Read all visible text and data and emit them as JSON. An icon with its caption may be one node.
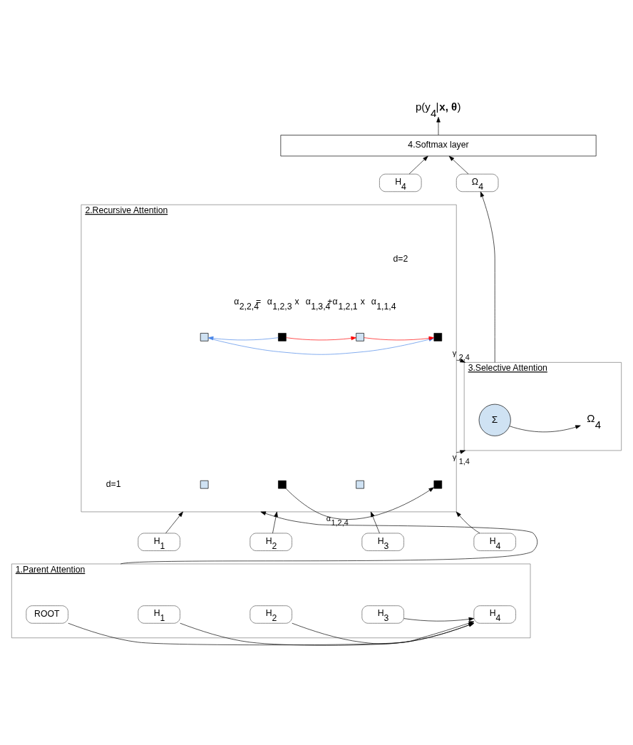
{
  "diagram": {
    "nodes": [
      {
        "text": [
          "p(y$_{4}$|**x, θ**)"
        ]
      },
      {
        "text": [
          "4.Softmax layer"
        ]
      },
      {
        "text": [
          "H$_{4}$"
        ]
      },
      {
        "text": [
          "Ω$_{4}$"
        ]
      },
      {
        "text": [
          "2.Recursive Attention"
        ]
      },
      {
        "text": [],
        "shape": "box",
        "in": 4
      },
      {
        "text": [],
        "shape": "box",
        "in": 4
      },
      {
        "text": [],
        "shape": "box",
        "in": 4
      },
      {
        "text": [],
        "shape": "box",
        "in": 4
      },
      {
        "text": [],
        "shape": "box",
        "in": 4
      },
      {
        "text": [],
        "shape": "box",
        "in": 4
      },
      {
        "text": [],
        "shape": "box",
        "in": 4
      },
      {
        "text": [],
        "shape": "box",
        "in": 4
      },
      {
        "text": [
          "3.Selective Attention"
        ]
      },
      {
        "text": [
          "Σ"
        ],
        "in": 13
      },
      {
        "text": [
          "Ω$_{4}$"
        ],
        "in": 13
      },
      {
        "text": [
          "H$_{1}$"
        ]
      },
      {
        "text": [
          "H$_{2}$"
        ]
      },
      {
        "text": [
          "H$_{3}$"
        ]
      },
      {
        "text": [
          "H$_{4}$"
        ]
      },
      {
        "text": [
          "1.Parent Attention"
        ]
      },
      {
        "text": [
          "ROOT"
        ],
        "in": 20
      },
      {
        "text": [
          "H$_{1}$"
        ],
        "in": 20
      },
      {
        "text": [
          "H$_{2}$"
        ],
        "in": 20
      },
      {
        "text": [
          "H$_{3}$"
        ],
        "in": 20
      },
      {
        "text": [
          "H$_{4}$"
        ],
        "in": 20
      }
    ],
    "edges": [
      {
        "from": 1,
        "to": 0,
        "arrow": "to"
      },
      {
        "from": 2,
        "to": 1,
        "arrow": "to"
      },
      {
        "from": 3,
        "to": 1,
        "arrow": "to"
      },
      {
        "from": 13,
        "to": 3,
        "arrow": "to"
      },
      {
        "from": 4,
        "to": 13,
        "arrow": "to",
        "label": "γ $_{2,4}$"
      },
      {
        "from": 4,
        "to": 13,
        "arrow": "to",
        "label": "γ $_{1,4}$"
      },
      {
        "from": 14,
        "to": 15,
        "arrow": "to"
      },
      {
        "from": 16,
        "to": 4,
        "arrow": "to"
      },
      {
        "from": 17,
        "to": 4,
        "arrow": "to"
      },
      {
        "from": 18,
        "to": 4,
        "arrow": "to"
      },
      {
        "from": 19,
        "to": 4,
        "arrow": "to"
      },
      {
        "from": 20,
        "to": 4,
        "arrow": "to"
      },
      {
        "from": 6,
        "to": 5,
        "arrow": "to",
        "color": "#4a86e8"
      },
      {
        "from": 6,
        "to": 7,
        "arrow": "to",
        "color": "#ff0000"
      },
      {
        "from": 7,
        "to": 8,
        "arrow": "to",
        "color": "#ff0000"
      },
      {
        "from": 5,
        "to": 8,
        "arrow": "to",
        "color": "#4a86e8"
      },
      {
        "from": 10,
        "to": 12,
        "arrow": "to",
        "label": "α$_{1,2,4}$"
      },
      {
        "from": 21,
        "to": 25,
        "arrow": "to"
      },
      {
        "from": 22,
        "to": 25,
        "arrow": "to"
      },
      {
        "from": 23,
        "to": 25,
        "arrow": "to"
      },
      {
        "from": 24,
        "to": 25,
        "arrow": "to"
      }
    ],
    "labels": [
      "d=2",
      "α$_{2,2,4}$= α$_{1,2,3}$ x α$_{1,3,4}$+α$_{1,2,1}$ x α$_{1,1,4}$",
      "d=1"
    ]
  }
}
